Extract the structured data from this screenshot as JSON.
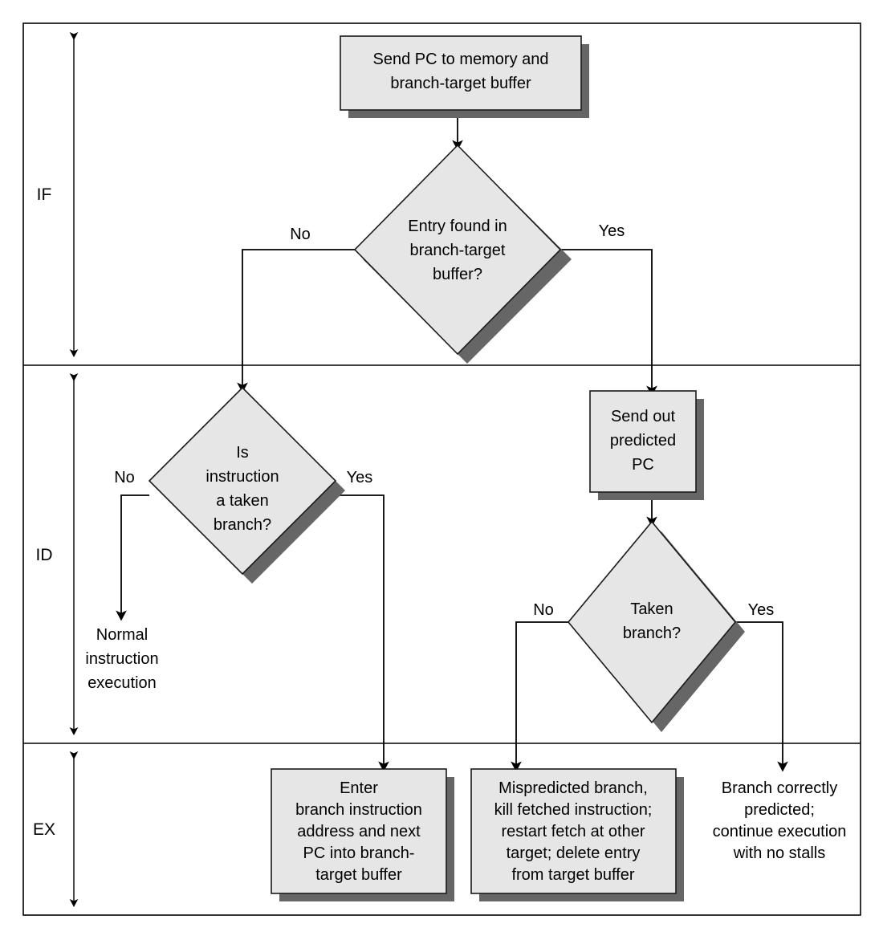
{
  "diagram": {
    "title": "Branch-target buffer pipeline flowchart",
    "colors": {
      "shape_fill": "#e6e6e6",
      "shape_stroke": "#1a1a1a",
      "shadow": "#666666",
      "line": "#000000",
      "background": "#ffffff"
    }
  },
  "stages": [
    {
      "key": "if",
      "label": "IF"
    },
    {
      "key": "id",
      "label": "ID"
    },
    {
      "key": "ex",
      "label": "EX"
    }
  ],
  "nodes": {
    "send_pc": {
      "type": "process",
      "lines": [
        "Send PC to memory and",
        "branch-target buffer"
      ]
    },
    "entry_found": {
      "type": "decision",
      "lines": [
        "Entry found in",
        "branch-target",
        "buffer?"
      ]
    },
    "is_taken_branch": {
      "type": "decision",
      "lines": [
        "Is",
        "instruction",
        "a taken",
        "branch?"
      ]
    },
    "send_predicted": {
      "type": "process",
      "lines": [
        "Send out",
        "predicted",
        "PC"
      ]
    },
    "taken_branch": {
      "type": "decision",
      "lines": [
        "Taken",
        "branch?"
      ]
    },
    "normal_exec": {
      "type": "plain",
      "lines": [
        "Normal",
        "instruction",
        "execution"
      ]
    },
    "enter_branch": {
      "type": "process",
      "lines": [
        "Enter",
        "branch instruction",
        "address and next",
        "PC into branch-",
        "target buffer"
      ]
    },
    "mispredicted": {
      "type": "process",
      "lines": [
        "Mispredicted branch,",
        "kill fetched instruction;",
        "restart fetch at other",
        "target; delete entry",
        "from target buffer"
      ]
    },
    "correct_predicted": {
      "type": "plain",
      "lines": [
        "Branch correctly",
        "predicted;",
        "continue execution",
        "with no stalls"
      ]
    }
  },
  "edge_labels": {
    "entry_no": "No",
    "entry_yes": "Yes",
    "taken1_no": "No",
    "taken1_yes": "Yes",
    "taken2_no": "No",
    "taken2_yes": "Yes"
  }
}
